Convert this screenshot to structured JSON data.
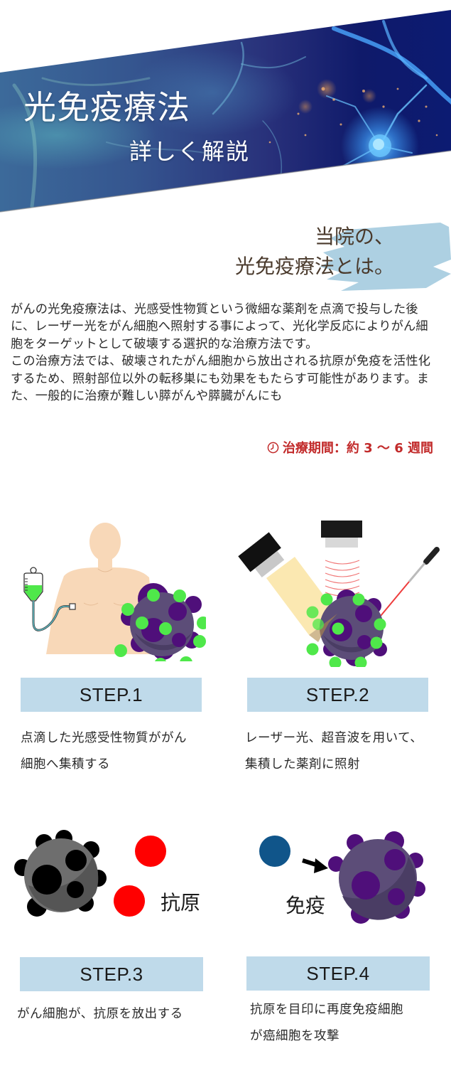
{
  "hero": {
    "title": "光免疫療法",
    "subtitle": "詳しく解説"
  },
  "section": {
    "heading_line1": "当院の、",
    "heading_line2": "光免疫療法とは。"
  },
  "intro": {
    "paragraph1": "がんの光免疫療法は、光感受性物質という微細な薬剤を点滴で投与した後に、レーザー光をがん細胞へ照射する事によって、光化学反応によりがん細胞をターゲットとして破壊する選択的な治療方法です。",
    "paragraph2": "この治療方法では、破壊されたがん細胞から放出される抗原が免疫を活性化するため、照射部位以外の転移巣にも効果をもたらす可能性があります。また、一般的に治療が難しい膵がんや膵臓がんにも"
  },
  "treatment_period": {
    "icon": "clock-icon",
    "label": "治療期間：約 3 〜 6 週間"
  },
  "colors": {
    "step_label_bg": "#bfdaea",
    "period_text": "#c22b2b",
    "heading_text": "#4a3a2c",
    "brush": "#a9cde0",
    "cancer_cell": "#5c4d78",
    "cancer_nodule": "#4f0f7a",
    "photosensitizer": "#4fe84a",
    "antigen": "#ff0000",
    "immune_cell": "#10558a"
  },
  "steps": [
    {
      "label": "STEP.1",
      "desc_line1": "点滴した光感受性物質ががん",
      "desc_line2": "細胞へ集積する",
      "illustration": "iv-drip-patient-cancer-cell"
    },
    {
      "label": "STEP.2",
      "desc_line1": "レーザー光、超音波を用いて、",
      "desc_line2": "集積した薬剤に照射",
      "illustration": "light-ultrasound-laser-irradiation"
    },
    {
      "label": "STEP.3",
      "desc_line1": "がん細胞が、抗原を放出する",
      "desc_line2": "",
      "illustration": "destroyed-cell-releasing-antigen",
      "tag": "抗原"
    },
    {
      "label": "STEP.4",
      "desc_line1": "抗原を目印に再度免疫細胞",
      "desc_line2": "が癌細胞を攻撃",
      "illustration": "immune-cell-attacking-cancer-cell",
      "tag": "免疫"
    }
  ]
}
